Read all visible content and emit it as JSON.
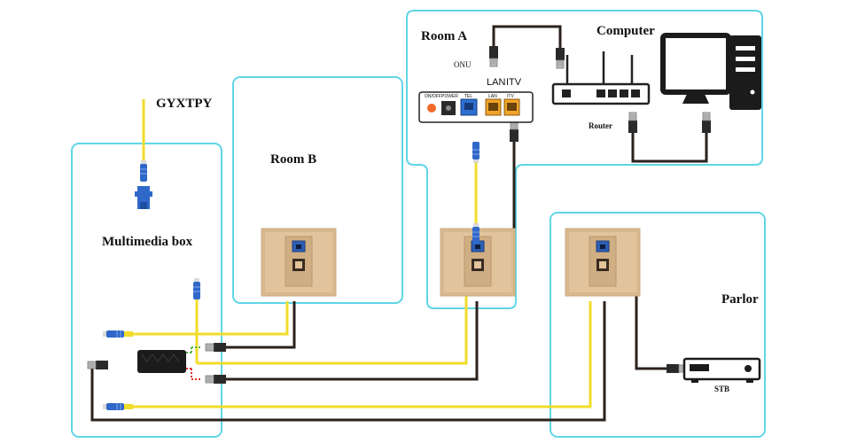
{
  "labels": {
    "fiber_source": "GYXTPY",
    "room_a": "Room A",
    "room_b": "Room B",
    "multimedia_box": "Multimedia box",
    "computer": "Computer",
    "parlor": "Parlor",
    "onu": "ONU",
    "router": "Router",
    "stb": "STB",
    "lan": "LAN",
    "itv": "ITV"
  },
  "onu_ports": {
    "on_off": "ON/OFF",
    "power": "POWER",
    "tel": "TEL",
    "lan": "LAN",
    "itv": "ITV"
  },
  "colors": {
    "room_border": "#5fd6e6",
    "fiber_cable": "#f2dc2a",
    "ethernet_cable": "#2b211c",
    "wall_plate": "#d8b88f",
    "fiber_connector": "#2f68c9",
    "device_dark": "#1b1b1b",
    "onu_port_blue": "#2d6fd1",
    "onu_port_orange": "#f0a428",
    "onu_button": "#f06a2a"
  },
  "icons": [
    "fiber-connector-icon",
    "ethernet-plug-icon",
    "wall-socket-icon",
    "router-icon",
    "computer-icon",
    "stb-icon",
    "splitter-icon",
    "onu-icon"
  ]
}
